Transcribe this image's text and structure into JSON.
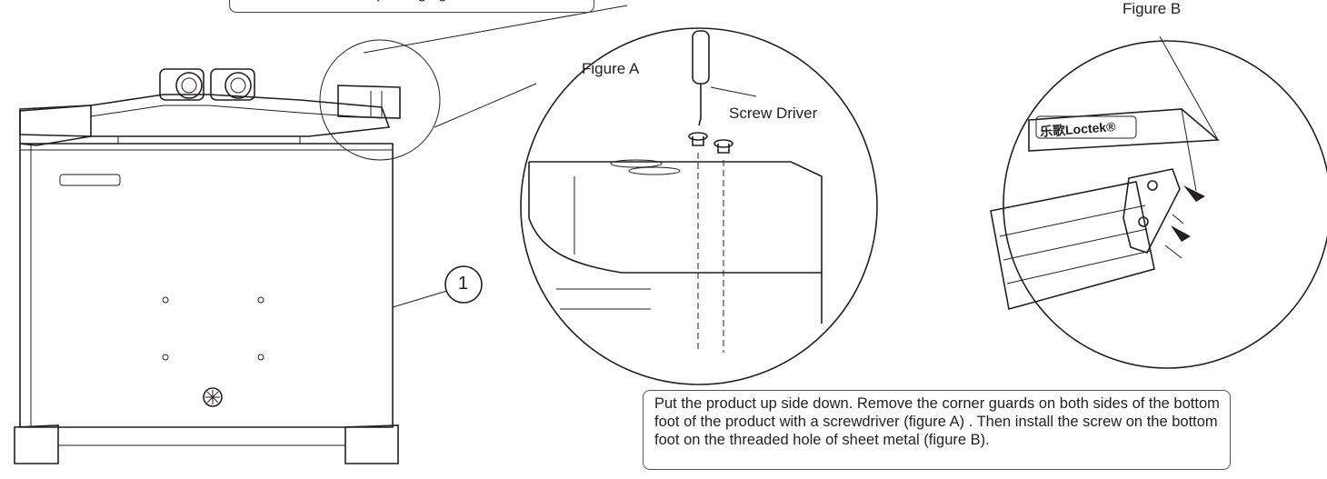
{
  "header_callout": {
    "text": "packaging"
  },
  "figure_a": {
    "label": "Figure A",
    "tool_label": "Screw Driver"
  },
  "figure_b": {
    "label": "Figure B",
    "brand_mark": "乐歌Loctek®"
  },
  "part_number": "1",
  "instruction": "Put the product up side down. Remove the corner guards on both sides of the bottom foot of the product with a screwdriver (figure A) .  Then install the screw on the bottom foot on the threaded hole of sheet metal (figure B)."
}
